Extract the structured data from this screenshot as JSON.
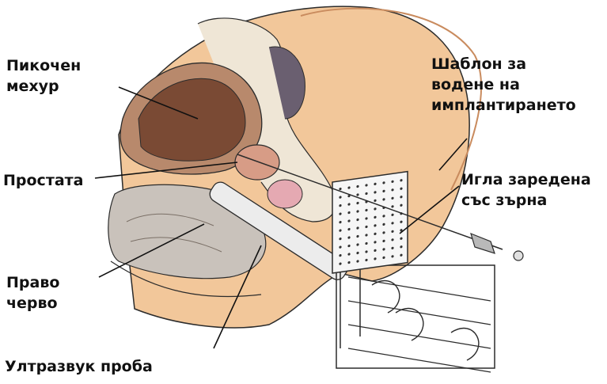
{
  "labels": {
    "bladder": [
      "Пикочен",
      "мехур"
    ],
    "prostate": [
      "Простата"
    ],
    "rectum": [
      "Право",
      "черво"
    ],
    "probe": [
      "Ултразвук проба"
    ],
    "template": [
      "Шаблон за",
      "водене на",
      "имплантирането"
    ],
    "needle": [
      "Игла заредена",
      "със зърна"
    ]
  },
  "colors": {
    "skin": "#f2c79a",
    "skin_shade": "#e3a877",
    "tissue": "#b8896c",
    "tissue_dark": "#7a4a34",
    "grey_tissue": "#c9c2bb",
    "line": "#2b2b2b"
  }
}
